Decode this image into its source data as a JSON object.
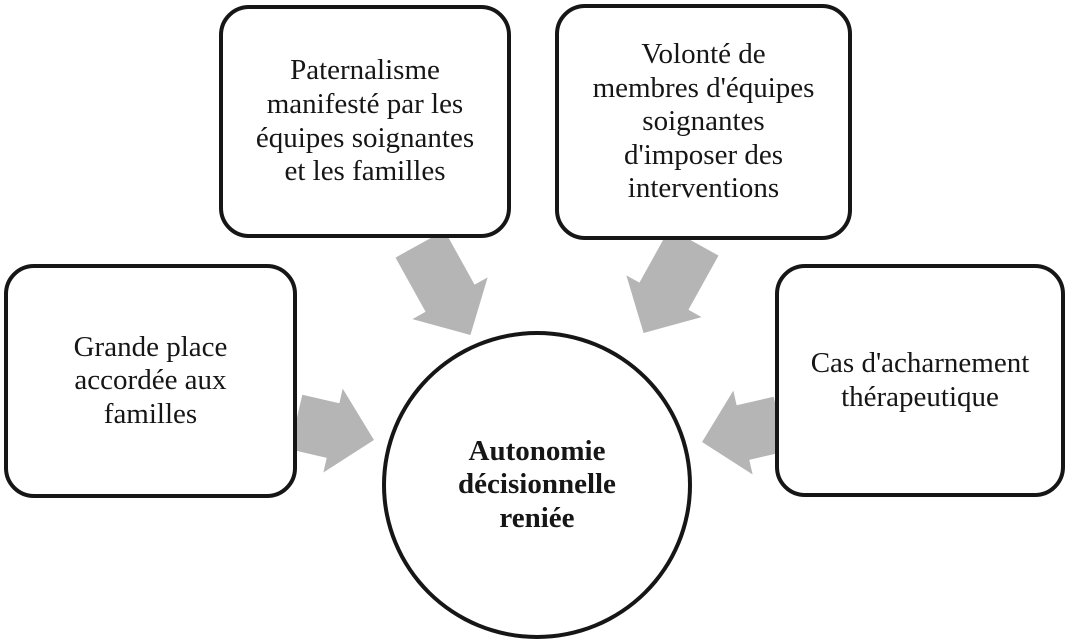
{
  "diagram": {
    "center_circle": {
      "text": "Autonomie\ndécisionnelle\nreniée"
    },
    "boxes": {
      "paternalisme": {
        "text": "Paternalisme\nmanifesté par les\néquipes soignantes\net les familles"
      },
      "volonte": {
        "text": "Volonté de\nmembres d'équipes\nsoignantes\nd'imposer des\ninterventions"
      },
      "grande_place": {
        "text": "Grande place\naccordée aux\nfamilles"
      },
      "acharnement": {
        "text": "Cas d'acharnement\nthérapeutique"
      }
    },
    "arrows": [
      {
        "name": "arrow-paternalisme-to-center",
        "direction": "down-right"
      },
      {
        "name": "arrow-volonte-to-center",
        "direction": "down-left"
      },
      {
        "name": "arrow-grande-place-to-center",
        "direction": "right"
      },
      {
        "name": "arrow-acharnement-to-center",
        "direction": "left"
      }
    ],
    "colors": {
      "arrow_fill": "#b5b5b5",
      "node_border": "#161616",
      "text": "#161616",
      "background": "#ffffff"
    }
  }
}
